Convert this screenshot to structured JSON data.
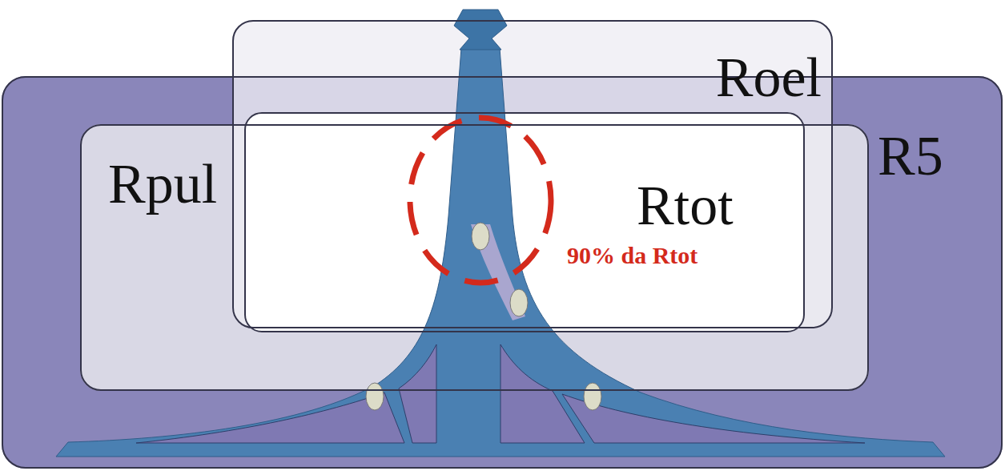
{
  "diagram": {
    "nodes": [
      {
        "text": [
          "R5"
        ]
      },
      {
        "text": [
          "Rpul"
        ],
        "in": 0
      },
      {
        "text": [
          "Roel"
        ]
      },
      {
        "text": [
          "Rtot"
        ]
      }
    ],
    "labels": [
      "90% da Rtot"
    ]
  }
}
